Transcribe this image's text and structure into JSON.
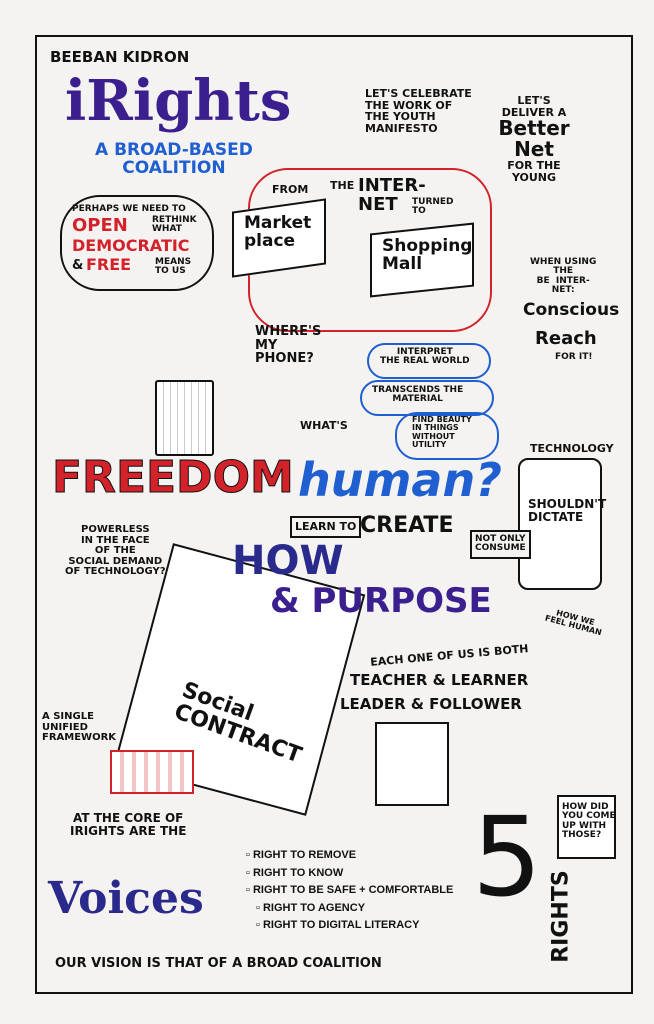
{
  "author": "BEEBAN KIDRON",
  "title": "iRights",
  "subtitle": "A BROAD-BASED\nCOALITION",
  "celebrate": "LET'S CELEBRATE\nTHE WORK OF\nTHE YOUTH\nMANIFESTO",
  "better_net": {
    "top": "LET'S\nDELIVER A",
    "main": "Better\nNet",
    "bottom": "FOR THE\nYOUNG"
  },
  "rethink": {
    "a": "PERHAPS WE NEED TO",
    "b": "RETHINK\nWHAT",
    "open": "OPEN",
    "democratic": "DEMOCRATIC",
    "amp": "&",
    "free": "FREE",
    "c": "MEANS\nTO US"
  },
  "internet": {
    "from": "FROM",
    "the": "THE",
    "inter": "INTER-\nNET",
    "turned": "TURNED\nTO",
    "market": "Market\nplace",
    "mall": "Shopping\nMall"
  },
  "conscious": {
    "a": "WHEN USING\nTHE\nBE  INTER-\nNET:",
    "b": "Conscious",
    "reach": "Reach",
    "for": "FOR IT!"
  },
  "phone": "WHERE'S\nMY\nPHONE?",
  "human_bubbles": [
    "INTERPRET\nTHE REAL WORLD",
    "TRANSCENDS THE\nMATERIAL",
    "FIND BEAUTY\nIN THINGS\nWITHOUT\nUTILITY"
  ],
  "whats": "WHAT'S",
  "human": "human?",
  "freedom": "FREEDOM",
  "technology": "TECHNOLOGY",
  "shouldnt": "SHOULDN'T\nDICTATE",
  "learn_to": "LEARN TO",
  "create": "CREATE",
  "not_only": "NOT ONLY\nCONSUME",
  "powerless": "POWERLESS\nIN THE FACE\nOF THE\nSOCIAL DEMAND\nOF TECHNOLOGY?",
  "how": "HOW",
  "purpose": "& PURPOSE",
  "how_we_feel": "HOW WE\nFEEL HUMAN",
  "each_one": "EACH ONE OF US IS BOTH",
  "teacher": "TEACHER & LEARNER",
  "leader": "LEADER & FOLLOWER",
  "single": "A SINGLE\nUNIFIED\nFRAMEWORK",
  "social_contract": "Social\nCONTRACT",
  "core": "AT THE CORE OF\niRIGHTS ARE THE",
  "voices": "Voices",
  "rights": [
    "RIGHT TO REMOVE",
    "RIGHT TO KNOW",
    "RIGHT TO BE SAFE + COMFORTABLE",
    "RIGHT TO AGENCY",
    "RIGHT TO DIGITAL LITERACY"
  ],
  "five": "5",
  "rights_word": "RIGHTS",
  "how_did": "HOW DID\nYOU COME\nUP WITH\nTHOSE?",
  "vision": "OUR VISION IS THAT OF A BROAD COALITION",
  "colors": {
    "red": "#d3222a",
    "blue": "#1f5fd0",
    "navy": "#2a2a8c"
  }
}
